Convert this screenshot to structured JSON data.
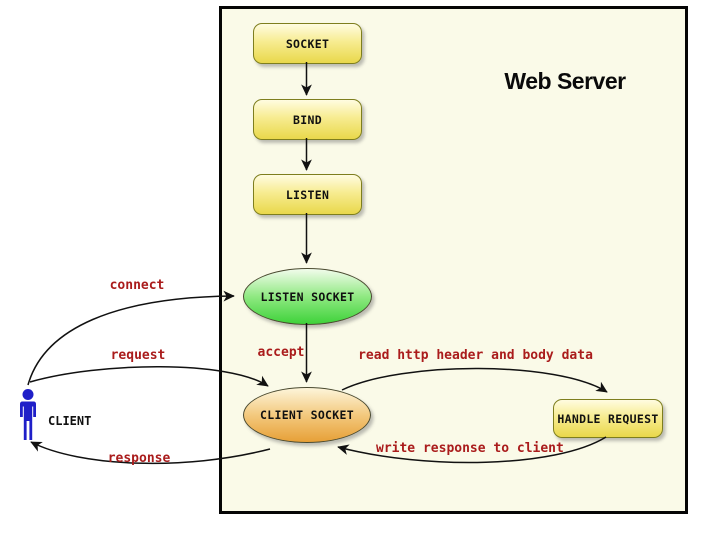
{
  "server": {
    "title": "Web Server"
  },
  "actor": {
    "label": "CLIENT"
  },
  "nodes": {
    "socket": "SOCKET",
    "bind": "BIND",
    "listen": "LISTEN",
    "listen_socket": "LISTEN SOCKET",
    "client_socket": "CLIENT SOCKET",
    "handle_request": "HANDLE REQUEST"
  },
  "edges": {
    "connect": "connect",
    "accept": "accept",
    "request": "request",
    "response": "response",
    "read": "read http header and body data",
    "write": "write response to client"
  },
  "connections": [
    {
      "from": "CLIENT",
      "to": "LISTEN SOCKET",
      "label": "connect"
    },
    {
      "from": "SOCKET",
      "to": "BIND",
      "label": ""
    },
    {
      "from": "BIND",
      "to": "LISTEN",
      "label": ""
    },
    {
      "from": "LISTEN",
      "to": "LISTEN SOCKET",
      "label": ""
    },
    {
      "from": "LISTEN SOCKET",
      "to": "CLIENT SOCKET",
      "label": "accept"
    },
    {
      "from": "CLIENT",
      "to": "CLIENT SOCKET",
      "label": "request"
    },
    {
      "from": "CLIENT SOCKET",
      "to": "CLIENT",
      "label": "response"
    },
    {
      "from": "CLIENT SOCKET",
      "to": "HANDLE REQUEST",
      "label": "read http header and body data"
    },
    {
      "from": "HANDLE REQUEST",
      "to": "CLIENT SOCKET",
      "label": "write response to client"
    }
  ],
  "colors": {
    "label-red": "#aa1c1c",
    "server-bg": "#fafae8",
    "node-yellow-top": "#fffce1",
    "node-yellow-bottom": "#e9d84b",
    "node-border-olive": "#7e7e1e",
    "green-top": "#f2fcec",
    "green-bottom": "#3ed23a",
    "orange-top": "#fdf5da",
    "orange-bottom": "#e7a037",
    "actor-blue": "#1f1fc8"
  }
}
